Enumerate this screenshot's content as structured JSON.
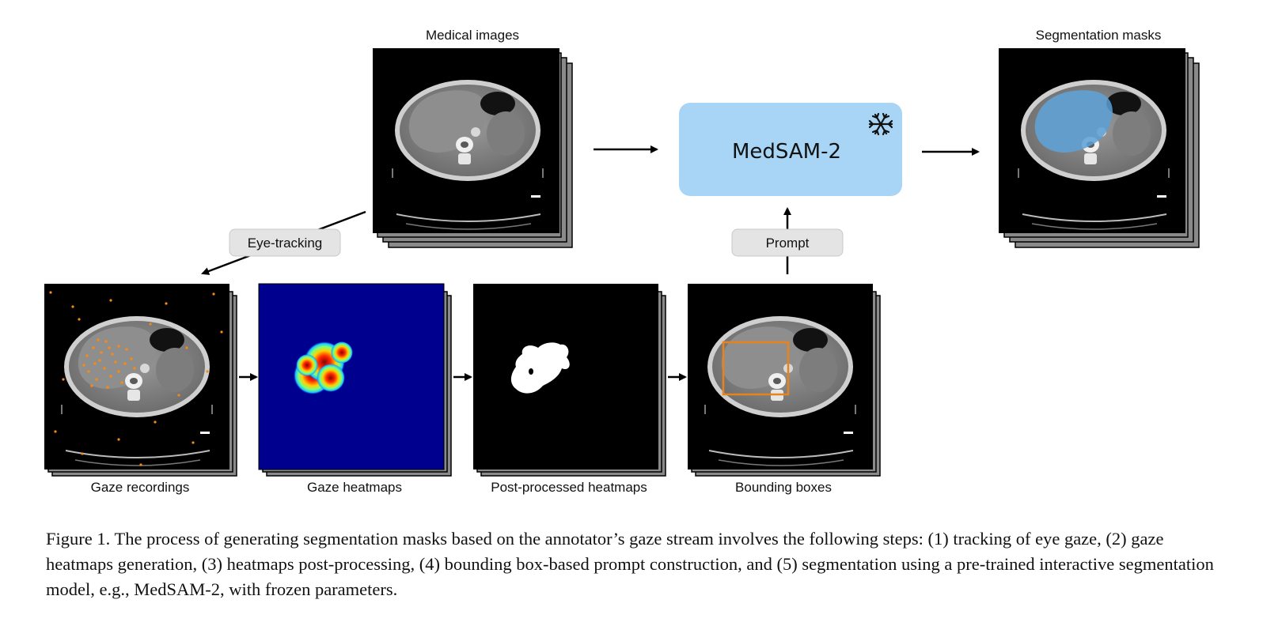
{
  "labels": {
    "medical_images": "Medical images",
    "segmentation_masks": "Segmentation masks",
    "gaze_recordings": "Gaze recordings",
    "gaze_heatmaps": "Gaze heatmaps",
    "post_processed": "Post-processed heatmaps",
    "bounding_boxes": "Bounding boxes"
  },
  "pills": {
    "eye_tracking": "Eye-tracking",
    "prompt": "Prompt"
  },
  "model": {
    "name": "MedSAM-2",
    "frozen_icon": "snowflake-icon",
    "fill": "#a8d4f5"
  },
  "colors": {
    "gaze_points": "#f08a1c",
    "bbox": "#e8821a",
    "mask_overlay": "#5aa0d6",
    "heatmap_bg": "#00008f"
  },
  "caption": "Figure 1. The process of generating segmentation masks based on the annotator’s gaze stream involves the following steps: (1) tracking of eye gaze, (2) gaze heatmaps generation, (3) heatmaps post-processing, (4) bounding box-based prompt construction, and (5) segmentation using a pre-trained interactive segmentation model, e.g., MedSAM-2, with frozen parameters."
}
